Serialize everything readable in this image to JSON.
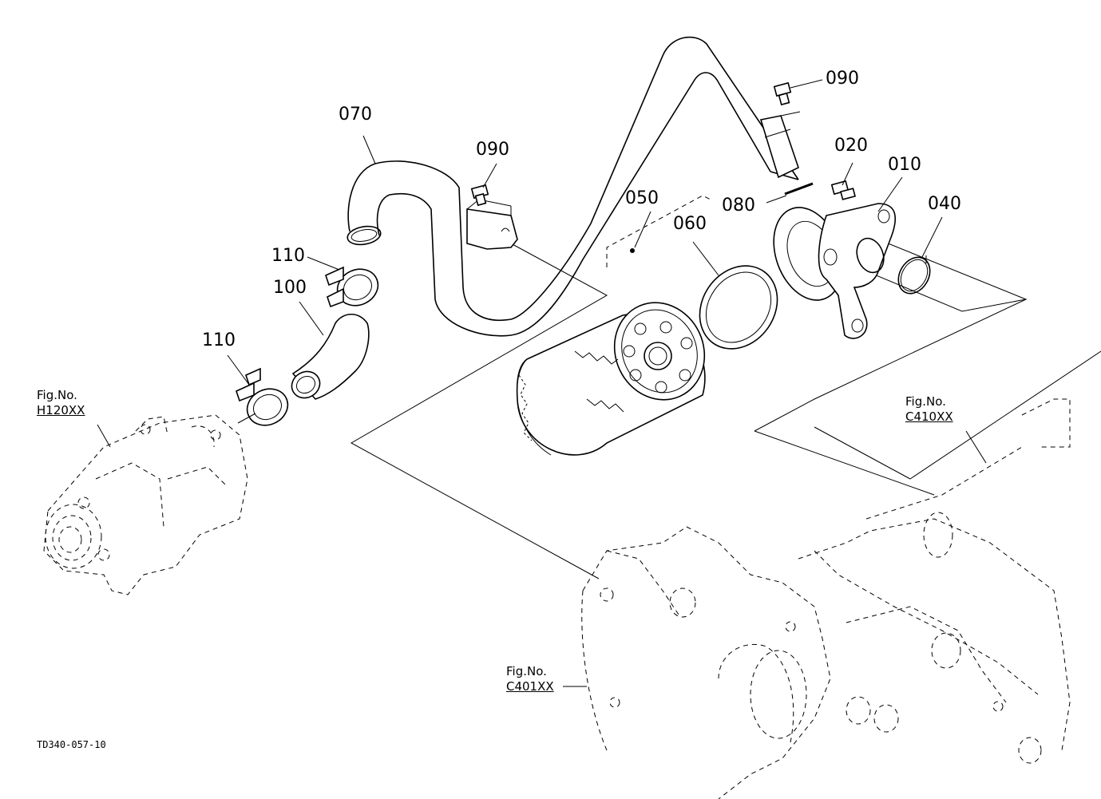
{
  "diagram": {
    "drawing_id": "TD340-057-10",
    "part_labels": {
      "p010": "010",
      "p020": "020",
      "p040": "040",
      "p050": "050",
      "p060": "060",
      "p070": "070",
      "p080": "080",
      "p090_top": "090",
      "p090_mid": "090",
      "p100": "100",
      "p110_top": "110",
      "p110_low": "110"
    },
    "figure_refs": {
      "h120": {
        "prefix": "Fig.No.",
        "code": "H120XX"
      },
      "c410": {
        "prefix": "Fig.No.",
        "code": "C410XX"
      },
      "c401": {
        "prefix": "Fig.No.",
        "code": "C401XX"
      }
    },
    "line_color": "#000000",
    "background": "#ffffff"
  }
}
